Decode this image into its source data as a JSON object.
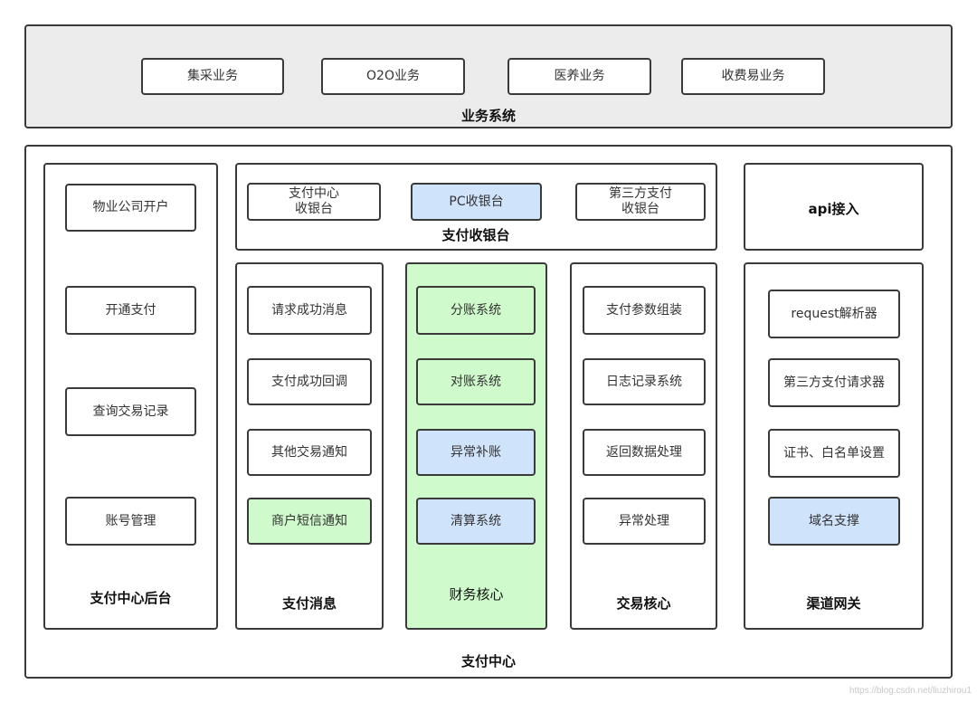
{
  "business": {
    "title": "业务系统",
    "items": [
      "集采业务",
      "O2O业务",
      "医养业务",
      "收费易业务"
    ]
  },
  "payment_center": {
    "title": "支付中心",
    "backend": {
      "title": "支付中心后台",
      "items": [
        "物业公司开户",
        "开通支付",
        "查询交易记录",
        "账号管理"
      ]
    },
    "cashier": {
      "title": "支付收银台",
      "items": [
        "支付中心\n收银台",
        "PC收银台",
        "第三方支付\n收银台"
      ]
    },
    "api": {
      "title": "api接入"
    },
    "messages": {
      "title": "支付消息",
      "items": [
        "请求成功消息",
        "支付成功回调",
        "其他交易通知",
        "商户短信通知"
      ]
    },
    "finance": {
      "title": "财务核心",
      "items": [
        "分账系统",
        "对账系统",
        "异常补账",
        "清算系统"
      ]
    },
    "trade": {
      "title": "交易核心",
      "items": [
        "支付参数组装",
        "日志记录系统",
        "返回数据处理",
        "异常处理"
      ]
    },
    "gateway": {
      "title": "渠道网关",
      "items": [
        "request解析器",
        "第三方支付请求器",
        "证书、白名单设置",
        "域名支撑"
      ]
    }
  },
  "colors": {
    "border": "#3a3a3a",
    "grey_bg": "#ececec",
    "blue": "#cfe3fb",
    "green": "#cffacb"
  },
  "watermark": "https://blog.csdn.net/liuzhirou1"
}
